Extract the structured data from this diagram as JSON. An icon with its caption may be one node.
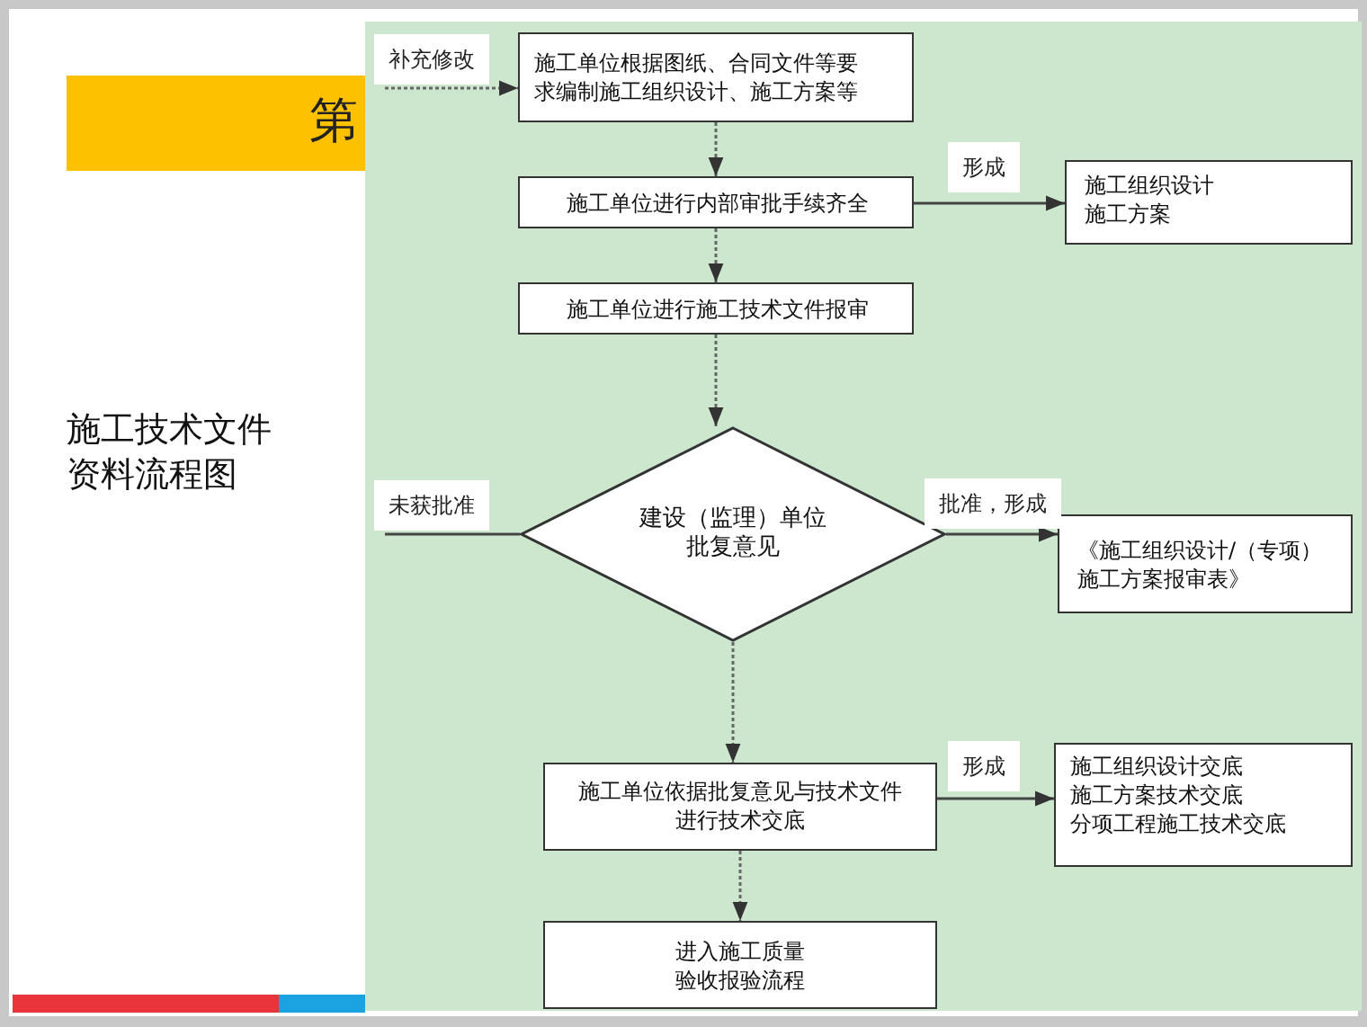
{
  "diagram": {
    "title": "施工技术文件资料流程图",
    "nodes": [
      {
        "text": [
          "施工单位根据图纸、合同文件等要求编制施工组织设计、施工方案等"
        ]
      },
      {
        "text": [
          "施工单位进行内部审批手续齐全"
        ]
      },
      {
        "text": [
          "施工单位进行施工技术文件报审"
        ]
      },
      {
        "text": [
          "建设（监理）单位批复意见"
        ]
      },
      {
        "text": [
          "施工单位依据批复意见与技术文件进行技术交底"
        ]
      },
      {
        "text": [
          "进入施工质量验收报验流程"
        ]
      },
      {
        "text": [
          "施工组织设计",
          "施工方案"
        ]
      },
      {
        "text": [
          "《施工组织设计/（专项）施工方案报审表》"
        ]
      },
      {
        "text": [
          "施工组织设计交底",
          "施工方案技术交底",
          "分项工程施工技术交底"
        ]
      }
    ],
    "edges": [
      {
        "from": null,
        "to": 0,
        "arrow": "to",
        "label": "补充修改",
        "style": "dashed"
      },
      {
        "from": 0,
        "to": 1,
        "arrow": "to",
        "style": "dashed"
      },
      {
        "from": 1,
        "to": 2,
        "arrow": "to",
        "style": "dashed"
      },
      {
        "from": 2,
        "to": 3,
        "arrow": "to",
        "style": "dashed"
      },
      {
        "from": 3,
        "to": 4,
        "arrow": "to",
        "style": "dashed"
      },
      {
        "from": 4,
        "to": 5,
        "arrow": "to",
        "style": "dashed"
      },
      {
        "from": 1,
        "to": 6,
        "arrow": "to",
        "label": "形成"
      },
      {
        "from": 3,
        "to": 7,
        "arrow": "to",
        "label": "批准，形成"
      },
      {
        "from": 4,
        "to": 8,
        "arrow": "to",
        "label": "形成"
      },
      {
        "from": 3,
        "to": null,
        "arrow": "none",
        "label": "未获批准"
      }
    ],
    "labels": [
      "第"
    ]
  }
}
